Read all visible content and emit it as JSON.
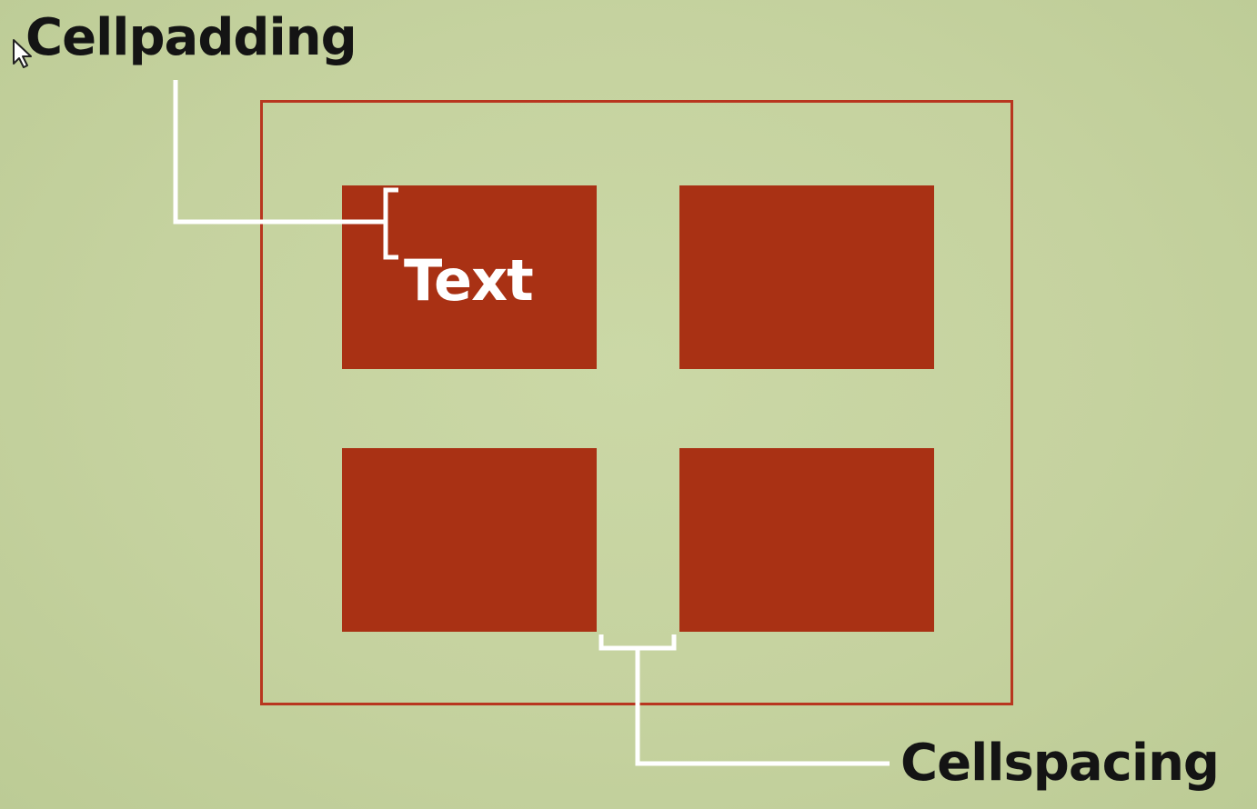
{
  "diagram": {
    "cellpadding_label": "Cellpadding",
    "cellspacing_label": "Cellspacing",
    "cell_text": "Text"
  },
  "colors": {
    "background": "#c5d29f",
    "cell_fill": "#a93114",
    "table_border": "#b8361f",
    "connector_line": "#ffffff",
    "label_text": "#141414"
  },
  "icons": {
    "cursor": "mouse-pointer-icon"
  }
}
